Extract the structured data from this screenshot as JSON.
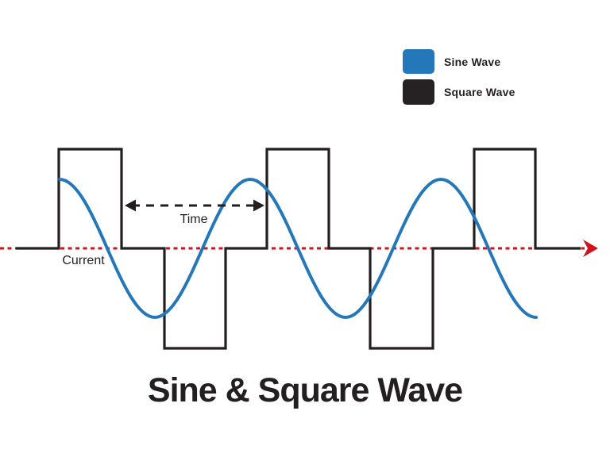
{
  "title": "Sine & Square Wave",
  "legend": {
    "items": [
      {
        "label": "Sine Wave",
        "color": "#2478ba"
      },
      {
        "label": "Square Wave",
        "color": "#262223"
      }
    ]
  },
  "axis": {
    "label": "Current",
    "color": "#cf121c"
  },
  "period_marker": {
    "label": "Time",
    "color": "#231f20"
  },
  "waves": {
    "sine_color": "#2478ba",
    "square_color": "#231f20"
  }
}
